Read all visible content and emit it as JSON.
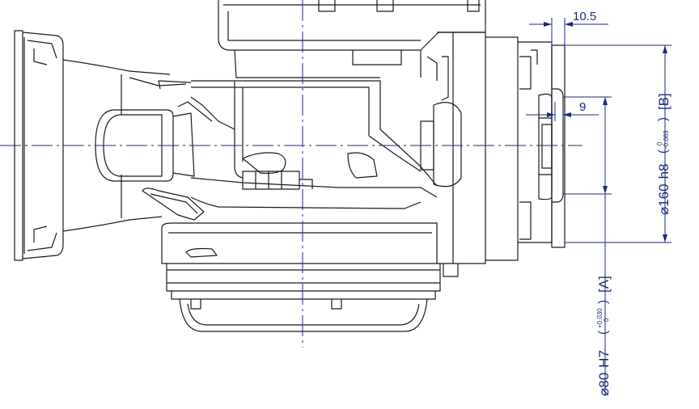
{
  "drawing": {
    "dimensions": {
      "flange_thickness": "10.5",
      "spigot_depth": "9",
      "outer_diameter": {
        "symbol": "⌀",
        "value": "160",
        "fit": "h8",
        "tol_upper": "0",
        "tol_lower": "-0.063",
        "ref": "[B]"
      },
      "inner_diameter": {
        "symbol": "⌀",
        "value": "80",
        "fit": "H7",
        "tol_upper": "+0.030",
        "tol_lower": "0",
        "ref": "[A]"
      }
    },
    "colors": {
      "outline": "#1a1a1a",
      "dimension": "#1c2a7a",
      "centerline": "#1c2a7a"
    }
  }
}
